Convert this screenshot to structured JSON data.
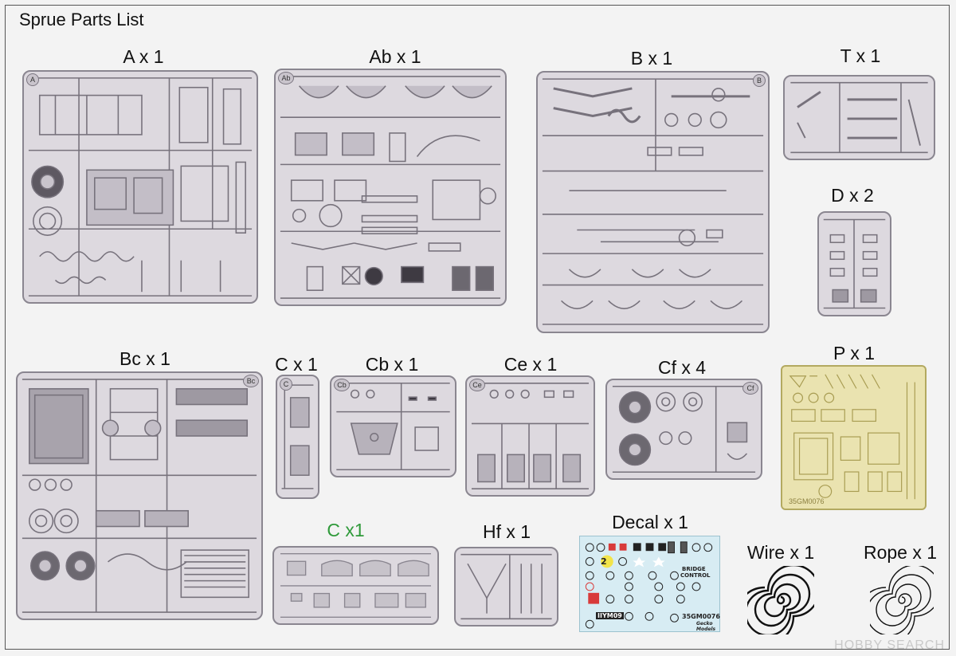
{
  "title": "Sprue Parts List",
  "labels": {
    "a": "A x 1",
    "ab": "Ab x 1",
    "b": "B x 1",
    "t": "T x 1",
    "d": "D x 2",
    "bc": "Bc x 1",
    "c": "C x 1",
    "cb": "Cb x 1",
    "ce": "Ce x 1",
    "cf": "Cf x 4",
    "p": "P x 1",
    "c_clear": "C x1",
    "hf": "Hf x 1",
    "decal": "Decal x 1",
    "wire": "Wire x 1",
    "rope": "Rope x 1"
  },
  "tabs": {
    "a": "A",
    "ab": "Ab",
    "b": "B",
    "bc": "Bc",
    "c": "C",
    "cb": "Cb",
    "ce": "Ce",
    "cf": "Cf"
  },
  "etch_code": "35GM0076",
  "decal": {
    "bridge_control_1": "BRIDGE",
    "bridge_control_2": "CONTROL",
    "number": "2",
    "code": "35GM0076",
    "reg": "IIYM09",
    "brand_1": "Gecko",
    "brand_2": "Models"
  },
  "watermark": "HOBBY SEARCH",
  "colors": {
    "label_green": "#2f9a3a",
    "sprue_fill": "#ddd9df",
    "etch_fill": "#eae3b0",
    "decal_fill": "#d7ecf3"
  }
}
